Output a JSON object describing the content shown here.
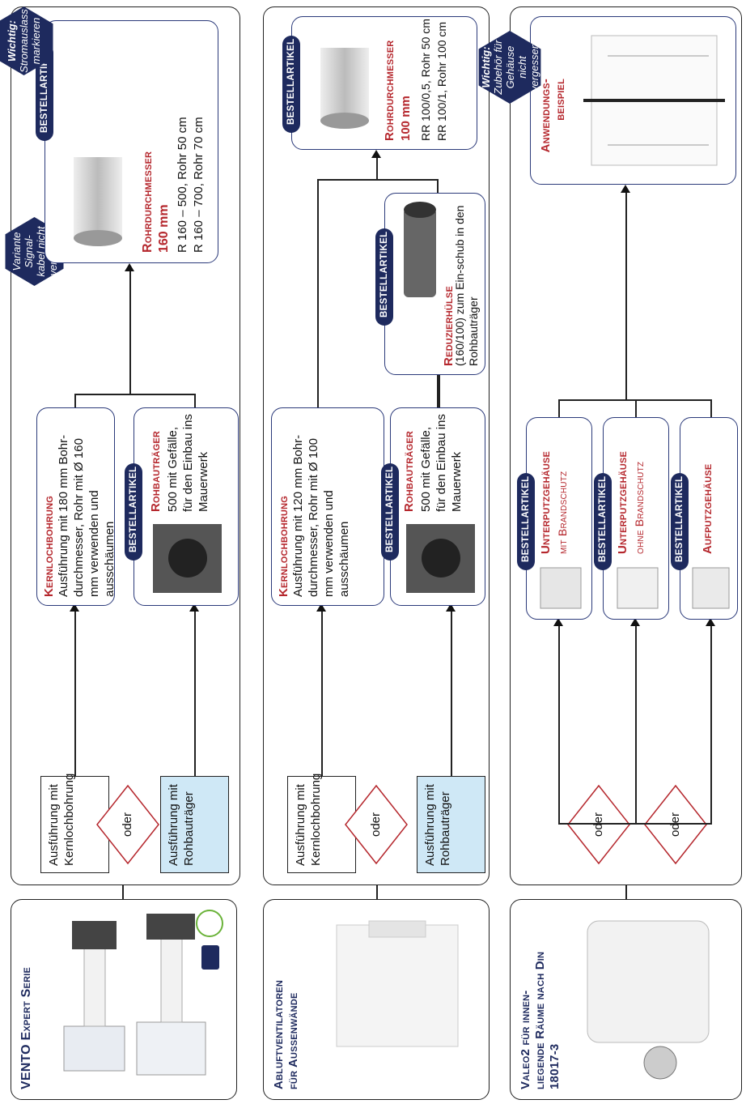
{
  "rows": [
    {
      "title": "VENTO Expert Serie",
      "options": [
        "Ausführung mit Kernlochbohrung",
        "Ausführung mit Rohbauträger"
      ],
      "or": "oder",
      "kern": {
        "title": "Kernlochbohrung",
        "text": "Ausführung mit 180 mm Bohr-durchmesser, Rohr mit Ø 160 mm verwenden und ausschäumen"
      },
      "rohbau": {
        "tag": "BESTELLARTIKEL",
        "title": "Rohbauträger",
        "text": "500 mit Gefälle, für den Einbau ins Mauerwerk"
      },
      "pipe": {
        "tag": "BESTELLARTIKEL",
        "title": "Rohrdurchmesser",
        "size": "160 mm",
        "lines": [
          "R 160 – 500, Rohr 50 cm",
          "R 160 – 700, Rohr 70 cm"
        ]
      },
      "note_top": {
        "bold": "Wichtig:",
        "text": "Stromauslass markieren"
      },
      "note_mid": {
        "text": "Variante Signal-kabel nicht vergessen"
      }
    },
    {
      "title": "Abluftventilatoren für Aussenwände",
      "options": [
        "Ausführung mit Kernlochbohrung",
        "Ausführung mit Rohbauträger"
      ],
      "or": "oder",
      "kern": {
        "title": "Kernlochbohrung",
        "text": "Ausführung mit 120 mm Bohr-durchmesser, Rohr mit Ø 100 mm verwenden und ausschäumen"
      },
      "rohbau": {
        "tag": "BESTELLARTIKEL",
        "title": "Rohbauträger",
        "text": "500 mit Gefälle, für den Einbau ins Mauerwerk"
      },
      "reducer": {
        "tag": "BESTELLARTIKEL",
        "title": "Reduzierhülse",
        "text": "(160/100) zum Ein-schub in den Rohbauträger"
      },
      "pipe": {
        "tag": "BESTELLARTIKEL",
        "title": "Rohrdurchmesser",
        "size": "100 mm",
        "lines": [
          "RR 100/0,5, Rohr 50 cm",
          "RR 100/1, Rohr 100 cm"
        ]
      }
    },
    {
      "title": "Valeo2 für innen-liegende Räume nach Din 18017-3",
      "or": "oder",
      "housings": [
        {
          "tag": "BESTELLARTIKEL",
          "title": "Unterputzgehäuse",
          "sub": "mit Brandschutz"
        },
        {
          "tag": "BESTELLARTIKEL",
          "title": "Unterputzgehäuse",
          "sub": "ohne Brandschutz"
        },
        {
          "tag": "BESTELLARTIKEL",
          "title": "Aufputzgehäuse",
          "sub": ""
        }
      ],
      "example": {
        "title": "Anwendungs-beispiel"
      },
      "note": {
        "bold": "Wichtig:",
        "text": "Zubehör für Gehäuse nicht vergessen"
      }
    }
  ],
  "colors": {
    "navy": "#1e2a5e",
    "red": "#b5272d",
    "blue": "#cfe8f6"
  }
}
